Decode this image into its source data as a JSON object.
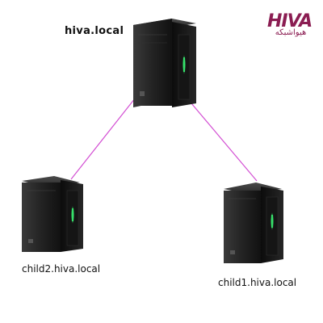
{
  "nodes": {
    "root": {
      "label": "hiva.local"
    },
    "child2": {
      "label": "child2.hiva.local"
    },
    "child1": {
      "label": "child1.hiva.local"
    }
  },
  "logo": {
    "wordmark": "HIVA",
    "subtitle": "هیواشبکه"
  },
  "colors": {
    "link": "#d34fd3",
    "server_body": "#1b1b1b",
    "server_led": "#36e06a",
    "logo": "#8b1d52"
  }
}
